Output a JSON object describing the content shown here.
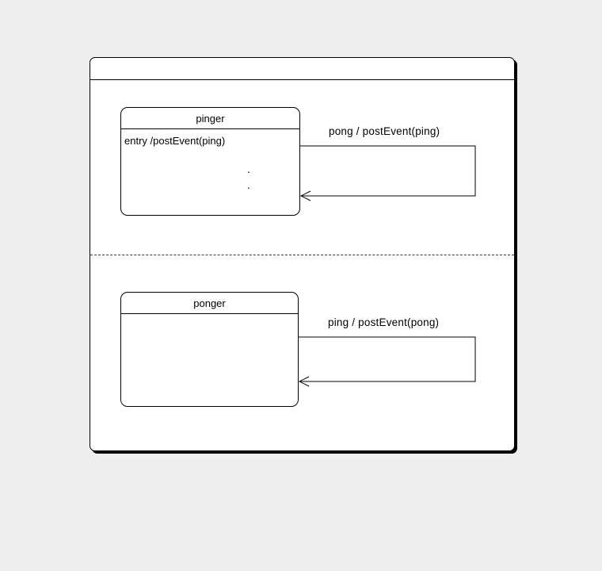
{
  "diagram": {
    "machine_title": "",
    "regions": [
      {
        "state": {
          "title": "pinger",
          "entry_action": "entry /postEvent(ping)",
          "dots": [
            ".",
            "."
          ]
        },
        "transition": {
          "label": "pong / postEvent(ping)"
        }
      },
      {
        "state": {
          "title": "ponger"
        },
        "transition": {
          "label": "ping / postEvent(pong)"
        }
      }
    ]
  }
}
